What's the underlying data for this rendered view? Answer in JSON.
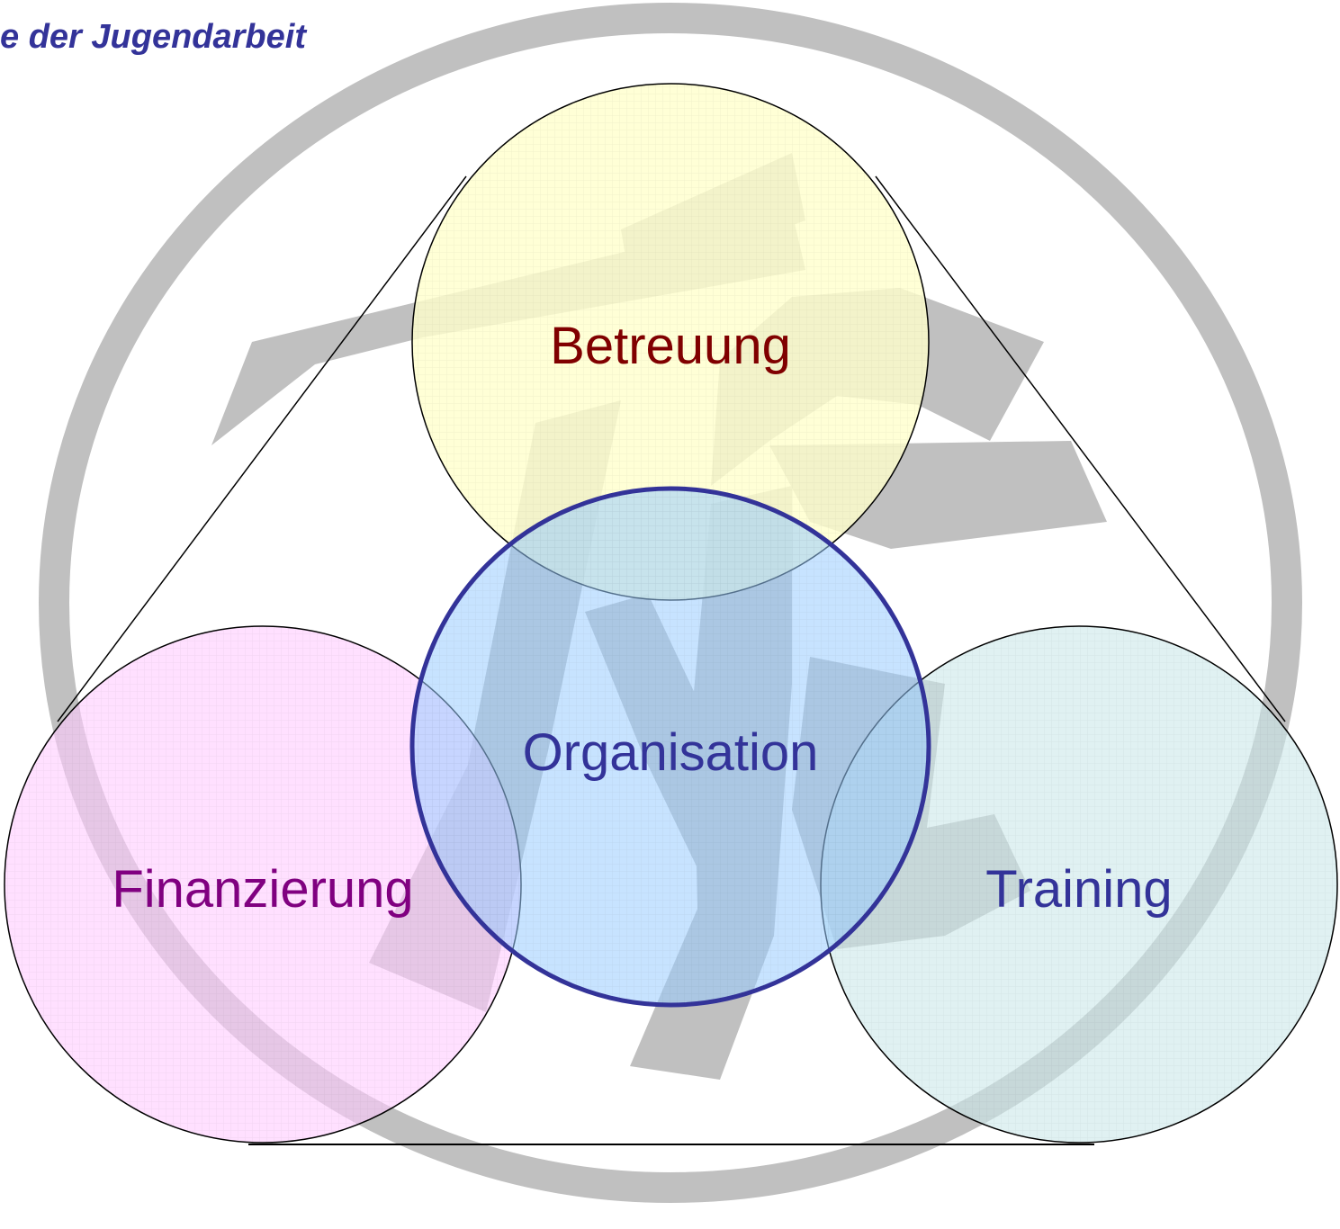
{
  "title": "e der Jugendarbeit",
  "circles": {
    "top": {
      "label": "Betreuung"
    },
    "center": {
      "label": "Organisation"
    },
    "left": {
      "label": "Finanzierung"
    },
    "right": {
      "label": "Training"
    }
  },
  "colors": {
    "title": "#333399",
    "logo_gray": "#c0c0c0",
    "outline": "#000000",
    "betreuung_fill": "#ffffcc",
    "betreuung_text": "#800000",
    "organisation_fill": "#99ccff",
    "organisation_stroke": "#333399",
    "organisation_text": "#333399",
    "finanzierung_fill": "#ffccff",
    "finanzierung_text": "#800080",
    "training_fill": "#cce8ea",
    "training_text": "#333399"
  }
}
